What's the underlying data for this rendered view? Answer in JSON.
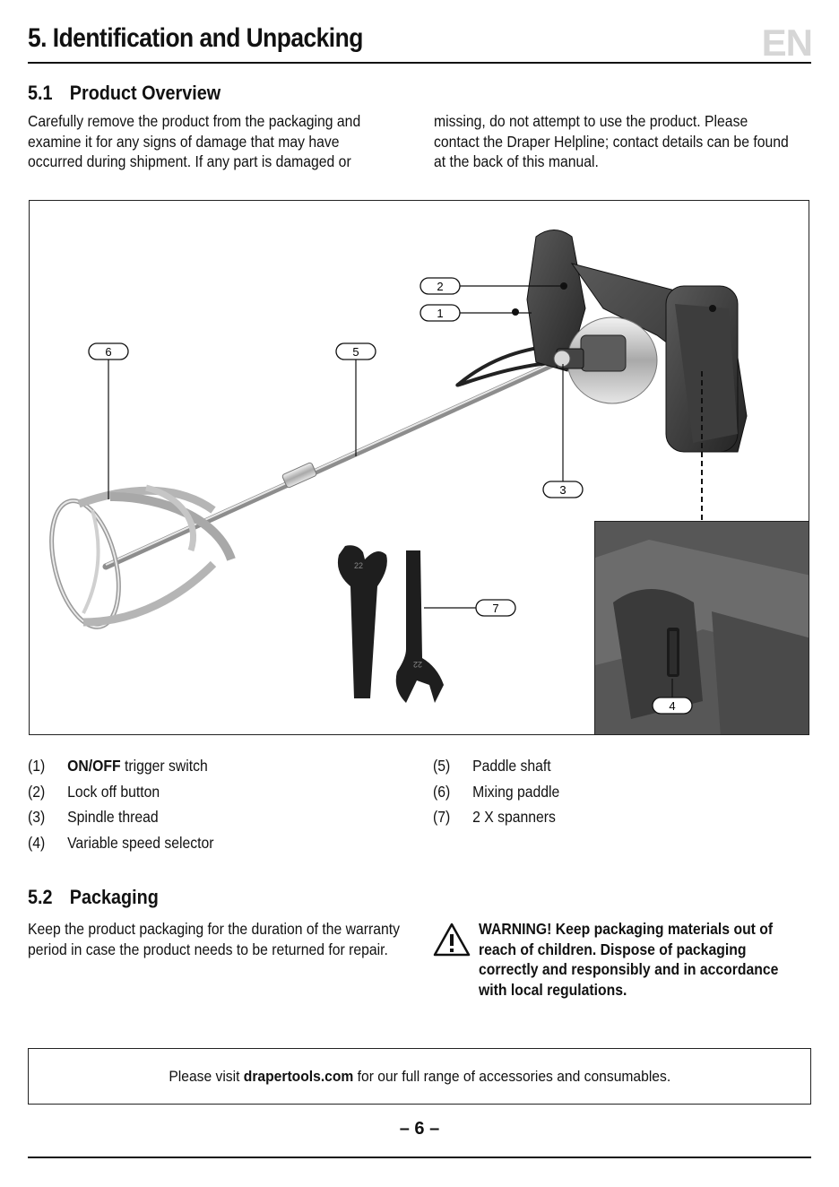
{
  "header": {
    "title": "5. Identification and Unpacking",
    "lang_badge": "EN"
  },
  "section_1": {
    "number": "5.1",
    "title": "Product Overview",
    "paragraph_left": "Carefully remove the product from the packaging and examine it for any signs of damage that may have occurred during shipment. If any part is damaged or",
    "paragraph_right": "missing, do not attempt to use the product. Please contact the Draper Helpline; contact details can be found at the back of this manual."
  },
  "figure": {
    "callouts": [
      "1",
      "2",
      "3",
      "4",
      "5",
      "6",
      "7"
    ],
    "spanner_marks": [
      "22",
      "22"
    ]
  },
  "parts": [
    {
      "num": "(1)",
      "bold": "ON/OFF",
      "label": " trigger switch"
    },
    {
      "num": "(2)",
      "bold": "",
      "label": "Lock off button"
    },
    {
      "num": "(3)",
      "bold": "",
      "label": "Spindle thread"
    },
    {
      "num": "(4)",
      "bold": "",
      "label": "Variable speed selector"
    },
    {
      "num": "(5)",
      "bold": "",
      "label": "Paddle shaft"
    },
    {
      "num": "(6)",
      "bold": "",
      "label": "Mixing paddle"
    },
    {
      "num": "(7)",
      "bold": "",
      "label": "2 X spanners"
    }
  ],
  "section_2": {
    "number": "5.2",
    "title": "Packaging",
    "paragraph": "Keep the product packaging for the duration of the warranty period in case the product needs to be returned for repair.",
    "warning": "WARNING! Keep packaging materials out of reach of children. Dispose of packaging correctly and responsibly and in accordance with local regulations."
  },
  "footer": {
    "visit_before": "Please visit ",
    "visit_link": "drapertools.com",
    "visit_after": " for our full range of accessories and consumables.",
    "page_number": "– 6 –"
  }
}
